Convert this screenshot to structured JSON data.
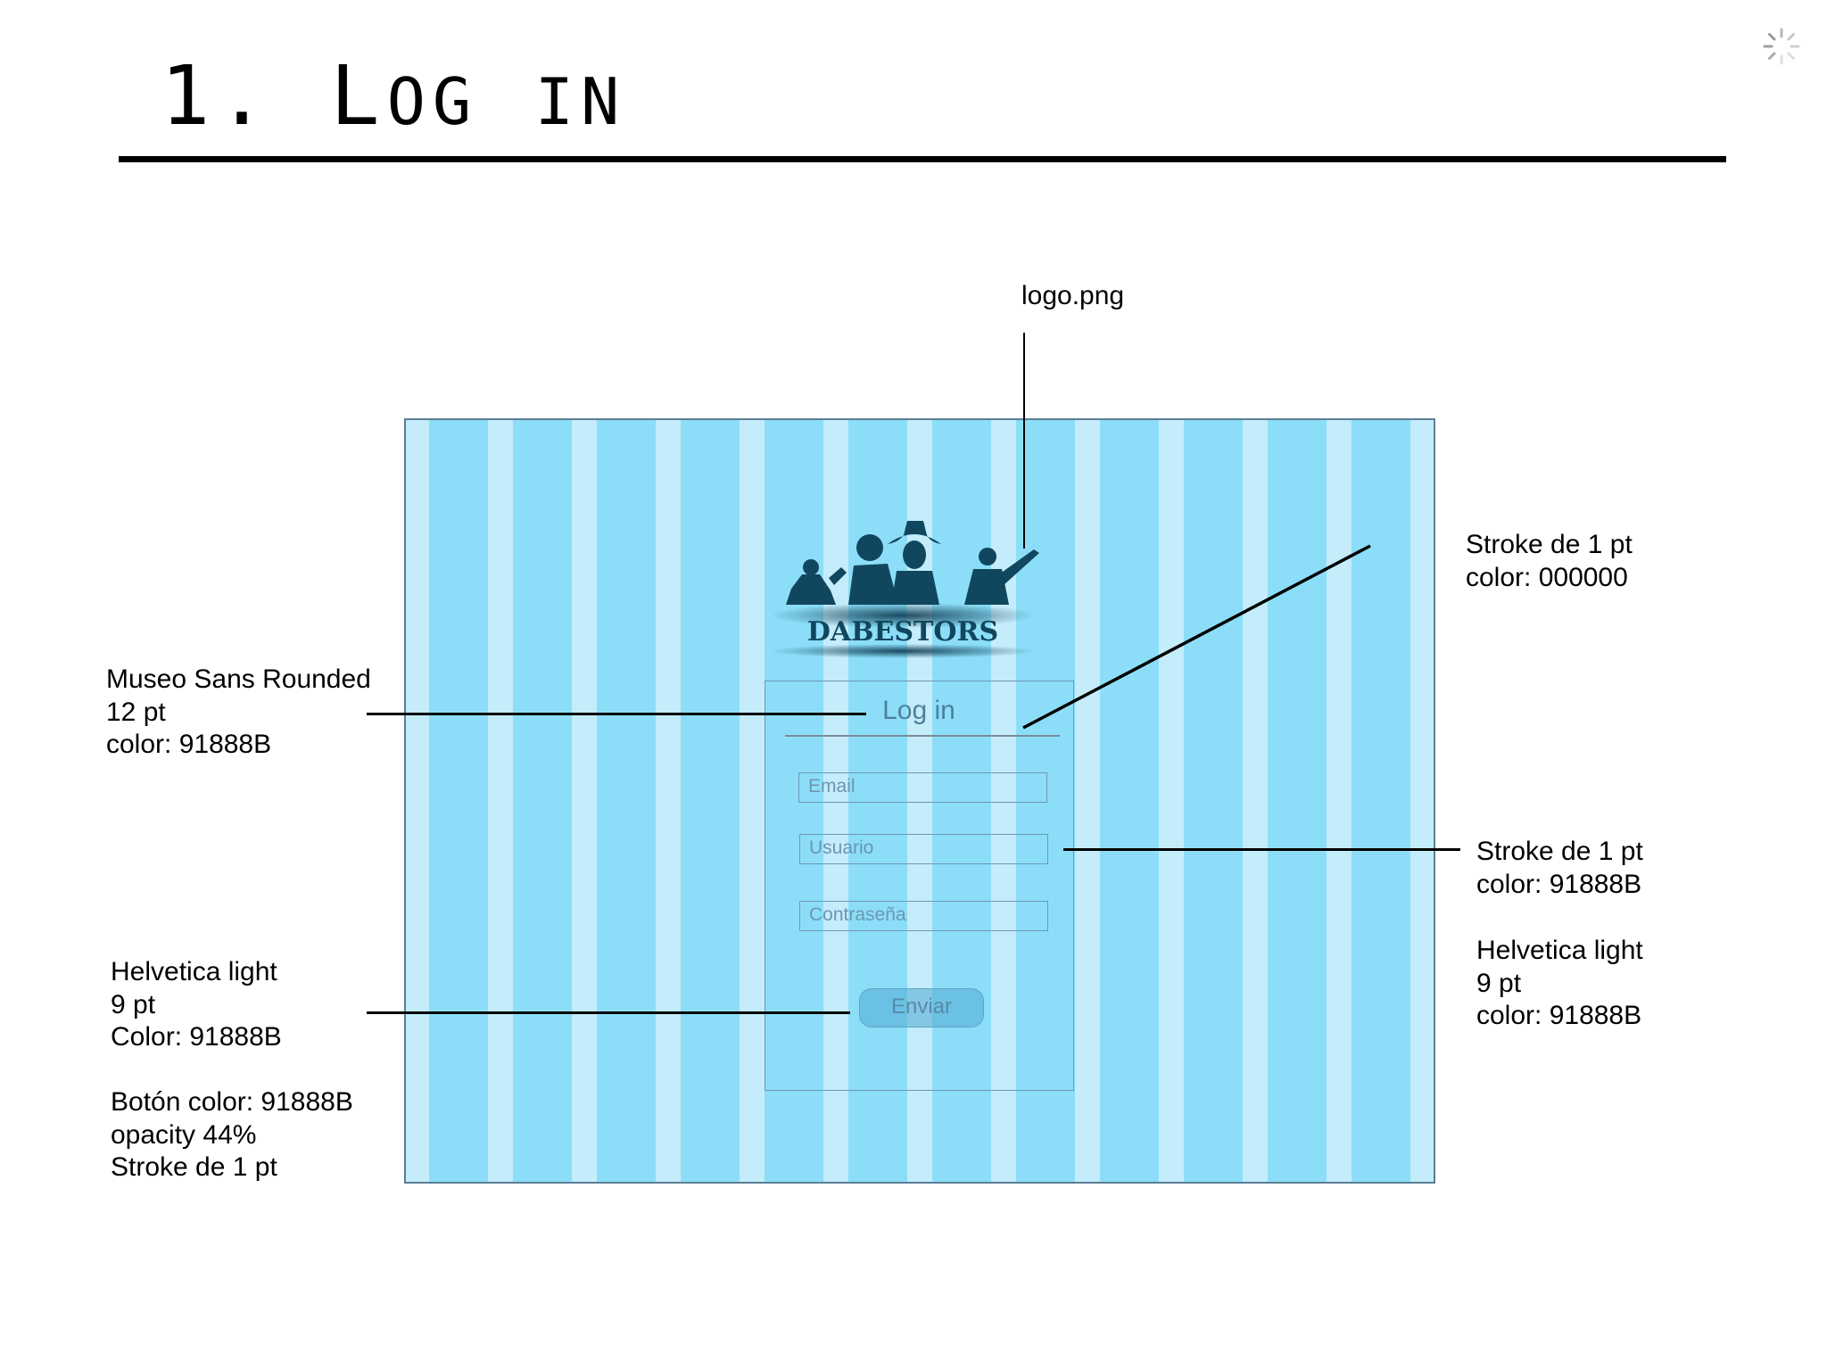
{
  "header": {
    "title_number": "1.",
    "title_L": "L",
    "title_og": "OG",
    "title_i": "I",
    "title_n": "N"
  },
  "mockup": {
    "logo_text": "DABESTORS",
    "login_title": "Log in",
    "fields": [
      {
        "placeholder": "Email"
      },
      {
        "placeholder": "Usuario"
      },
      {
        "placeholder": "Contraseña"
      }
    ],
    "button_label": "Enviar"
  },
  "annotations": {
    "logo_file": "logo.png",
    "title_font": {
      "l1": "Museo Sans Rounded",
      "l2": "12 pt",
      "l3": "color: 91888B"
    },
    "stroke_black": {
      "l1": "Stroke de 1 pt",
      "l2": "color: 000000"
    },
    "stroke_fields": {
      "l1": "Stroke de 1 pt",
      "l2": "color: 91888B"
    },
    "field_font": {
      "l1": "Helvetica light",
      "l2": "9 pt",
      "l3": "color: 91888B"
    },
    "button_font": {
      "l1": "Helvetica light",
      "l2": "9 pt",
      "l3": "Color: 91888B"
    },
    "button_style": {
      "l1": "Botón color: 91888B",
      "l2": "opacity 44%",
      "l3": "Stroke de 1 pt"
    }
  },
  "colors": {
    "background": "#ffffff",
    "canvas_light": "#c4ecfa",
    "canvas_column": "#8cdef8",
    "logo_dark": "#10475f"
  }
}
